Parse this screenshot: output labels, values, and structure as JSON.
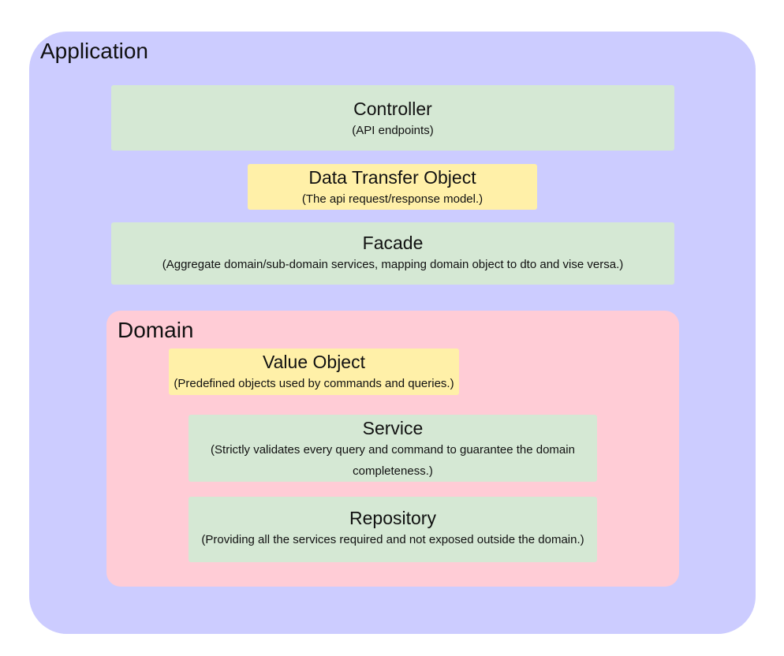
{
  "application": {
    "title": "Application"
  },
  "controller": {
    "title": "Controller",
    "description": "(API endpoints)"
  },
  "dto": {
    "title": "Data Transfer Object",
    "description": "(The api request/response model.)"
  },
  "facade": {
    "title": "Facade",
    "description": "(Aggregate domain/sub-domain services, mapping domain object to dto and vise versa.)"
  },
  "domain": {
    "title": "Domain",
    "value_object": {
      "title": "Value Object",
      "description": "(Predefined objects used by commands and queries.)"
    },
    "service": {
      "title": "Service",
      "description": "(Strictly validates every query and command to guarantee the domain completeness.)"
    },
    "repository": {
      "title": "Repository",
      "description": "(Providing all the services required and not exposed outside the domain.)"
    }
  },
  "colors": {
    "application": "#ccccff",
    "domain": "#ffccd6",
    "green_box": "#d5e8d4",
    "yellow_box": "#fff0a8"
  }
}
